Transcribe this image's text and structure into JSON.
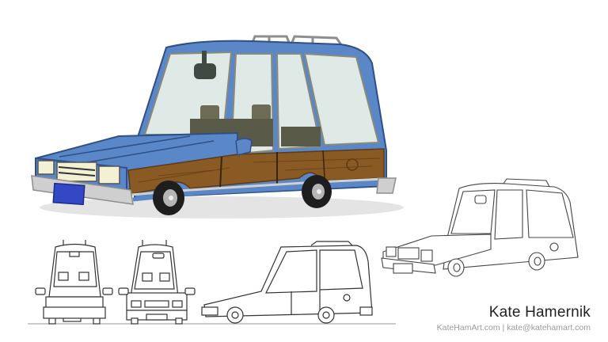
{
  "artwork": {
    "subject": "Station wagon car concept sheet",
    "main_view": "colored three-quarter front view",
    "orthographic_views": [
      "rear view",
      "front view",
      "side view",
      "three-quarter line art"
    ],
    "colors": {
      "body": "#5a87c8",
      "body_outline": "#2f4f86",
      "wood_panel": "#8a5a24",
      "wood_dark": "#5e3a14",
      "glass": "#dfe9e6",
      "bumper": "#cfcfcf",
      "headlight": "#f3f0d4",
      "license_plate": "#3447c4",
      "tire": "#1e1e1e",
      "interior": "#6d6b55",
      "line_art": "#333333"
    }
  },
  "credit": {
    "name": "Kate Hamernik",
    "website": "KateHamArt.com",
    "separator": "|",
    "email": "kate@katehamart.com"
  }
}
